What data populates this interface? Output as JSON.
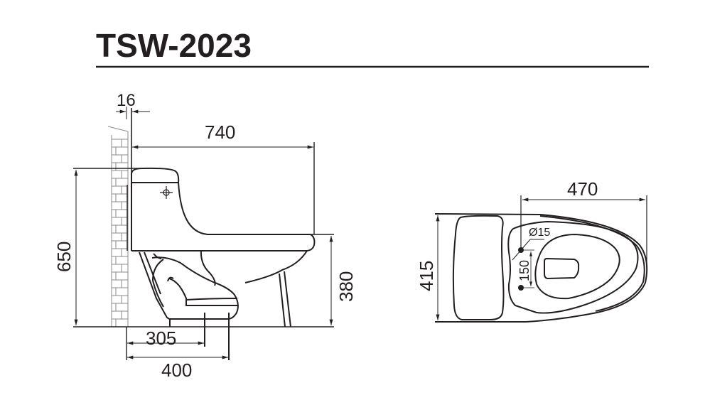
{
  "title": "TSW-2023",
  "side_view": {
    "dim_wall_gap": "16",
    "dim_length": "740",
    "dim_height": "650",
    "dim_seat_height": "380",
    "dim_rough_in": "305",
    "dim_base_depth": "400"
  },
  "top_view": {
    "dim_width": "470",
    "dim_depth": "415",
    "dim_hole_spacing": "150",
    "dim_hole_diameter": "Ø15"
  },
  "colors": {
    "ink": "#231f20",
    "brick": "#8a8a8a"
  }
}
